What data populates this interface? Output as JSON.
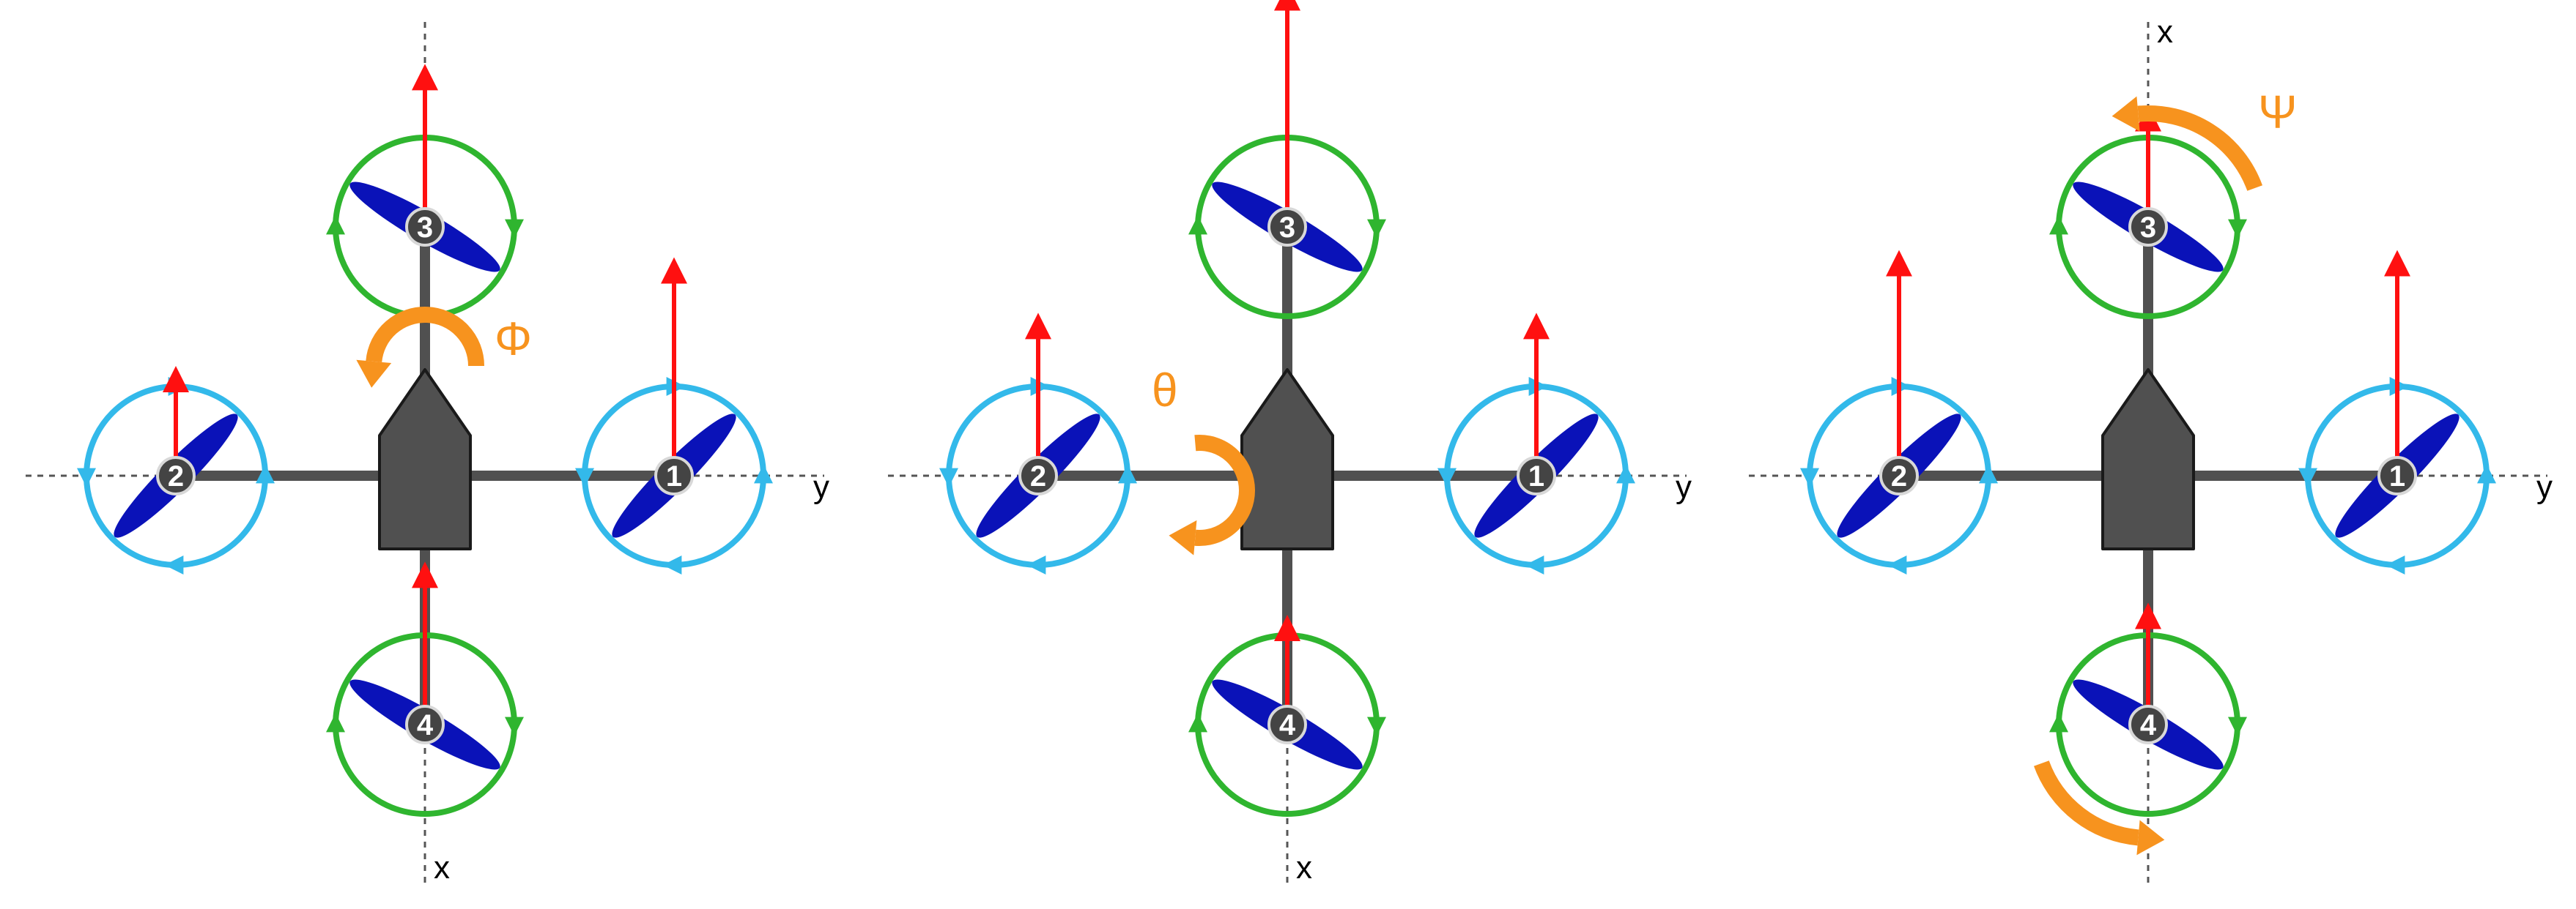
{
  "colors": {
    "frame": "#505050",
    "frame_stroke": "#1a1a1a",
    "hub": "#444444",
    "blade": "#0a12b8",
    "ring_green": "#2fb52f",
    "ring_blue": "#33b9ea",
    "thrust": "#ff1010",
    "rotation": "#f7931e",
    "axis": "#555555"
  },
  "icons": {
    "thrust": "red-arrow-icon",
    "spin": "ring-arrow-icon",
    "rotation": "curved-arrow-icon"
  },
  "panels": [
    {
      "id": "roll",
      "rotation_symbol": "Φ",
      "axis_labels": {
        "x": "x",
        "y": "y"
      },
      "rotors": [
        {
          "number": "1",
          "thrust": 0.85
        },
        {
          "number": "2",
          "thrust": 0.4
        },
        {
          "number": "3",
          "thrust": 0.62
        },
        {
          "number": "4",
          "thrust": 0.62
        }
      ]
    },
    {
      "id": "pitch",
      "rotation_symbol": "θ",
      "axis_labels": {
        "x": "x",
        "y": "y"
      },
      "rotors": [
        {
          "number": "1",
          "thrust": 0.62
        },
        {
          "number": "2",
          "thrust": 0.62
        },
        {
          "number": "3",
          "thrust": 0.95
        },
        {
          "number": "4",
          "thrust": 0.4
        }
      ]
    },
    {
      "id": "yaw",
      "rotation_symbol": "Ψ",
      "axis_labels": {
        "x": "x",
        "y": "y"
      },
      "rotors": [
        {
          "number": "1",
          "thrust": 0.88
        },
        {
          "number": "2",
          "thrust": 0.88
        },
        {
          "number": "3",
          "thrust": 0.45
        },
        {
          "number": "4",
          "thrust": 0.45
        }
      ]
    }
  ]
}
